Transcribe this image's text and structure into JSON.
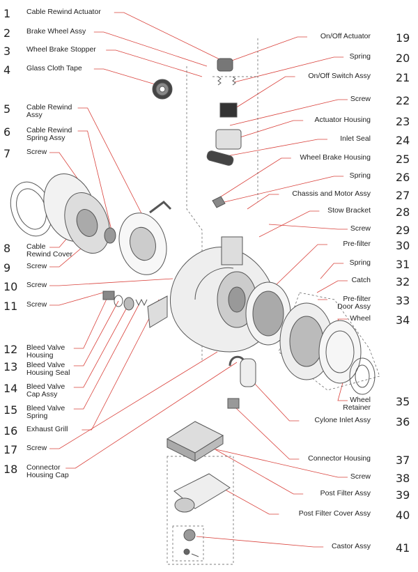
{
  "parts_left": [
    {
      "num": "1",
      "label": "Cable Rewind Actuator"
    },
    {
      "num": "2",
      "label": "Brake Wheel Assy"
    },
    {
      "num": "3",
      "label": "Wheel Brake Stopper"
    },
    {
      "num": "4",
      "label": "Glass Cloth Tape"
    },
    {
      "num": "5",
      "label": "Cable Rewind\nAssy"
    },
    {
      "num": "6",
      "label": "Cable Rewind\nSpring Assy"
    },
    {
      "num": "7",
      "label": "Screw"
    },
    {
      "num": "8",
      "label": "Cable\nRewind Cover"
    },
    {
      "num": "9",
      "label": "Screw"
    },
    {
      "num": "10",
      "label": "Screw"
    },
    {
      "num": "11",
      "label": "Screw"
    },
    {
      "num": "12",
      "label": "Bleed Valve\nHousing"
    },
    {
      "num": "13",
      "label": "Bleed Valve\nHousing Seal"
    },
    {
      "num": "14",
      "label": "Bleed Valve\nCap Assy"
    },
    {
      "num": "15",
      "label": "Bleed Valve\nSpring"
    },
    {
      "num": "16",
      "label": "Exhaust Grill"
    },
    {
      "num": "17",
      "label": "Screw"
    },
    {
      "num": "18",
      "label": "Connector\nHousing Cap"
    }
  ],
  "parts_right": [
    {
      "num": "19",
      "label": "On/Off Actuator"
    },
    {
      "num": "20",
      "label": "Spring"
    },
    {
      "num": "21",
      "label": "On/Off Switch Assy"
    },
    {
      "num": "22",
      "label": "Screw"
    },
    {
      "num": "23",
      "label": "Actuator Housing"
    },
    {
      "num": "24",
      "label": "Inlet Seal"
    },
    {
      "num": "25",
      "label": "Wheel Brake Housing"
    },
    {
      "num": "26",
      "label": "Spring"
    },
    {
      "num": "27",
      "label": "Chassis and Motor Assy"
    },
    {
      "num": "28",
      "label": "Stow Bracket"
    },
    {
      "num": "29",
      "label": "Screw"
    },
    {
      "num": "30",
      "label": "Pre-filter"
    },
    {
      "num": "31",
      "label": "Spring"
    },
    {
      "num": "32",
      "label": "Catch"
    },
    {
      "num": "33",
      "label": "Pre-filter\nDoor Assy"
    },
    {
      "num": "34",
      "label": "Wheel"
    },
    {
      "num": "35",
      "label": "Wheel\nRetainer"
    },
    {
      "num": "36",
      "label": "Cylone Inlet Assy"
    },
    {
      "num": "37",
      "label": "Connector Housing"
    },
    {
      "num": "38",
      "label": "Screw"
    },
    {
      "num": "39",
      "label": "Post Filter Assy"
    },
    {
      "num": "40",
      "label": "Post Filter Cover Assy"
    },
    {
      "num": "41",
      "label": "Castor Assy"
    }
  ],
  "colors": {
    "leader": "#d9403a",
    "part": "#555555",
    "text": "#222222"
  }
}
